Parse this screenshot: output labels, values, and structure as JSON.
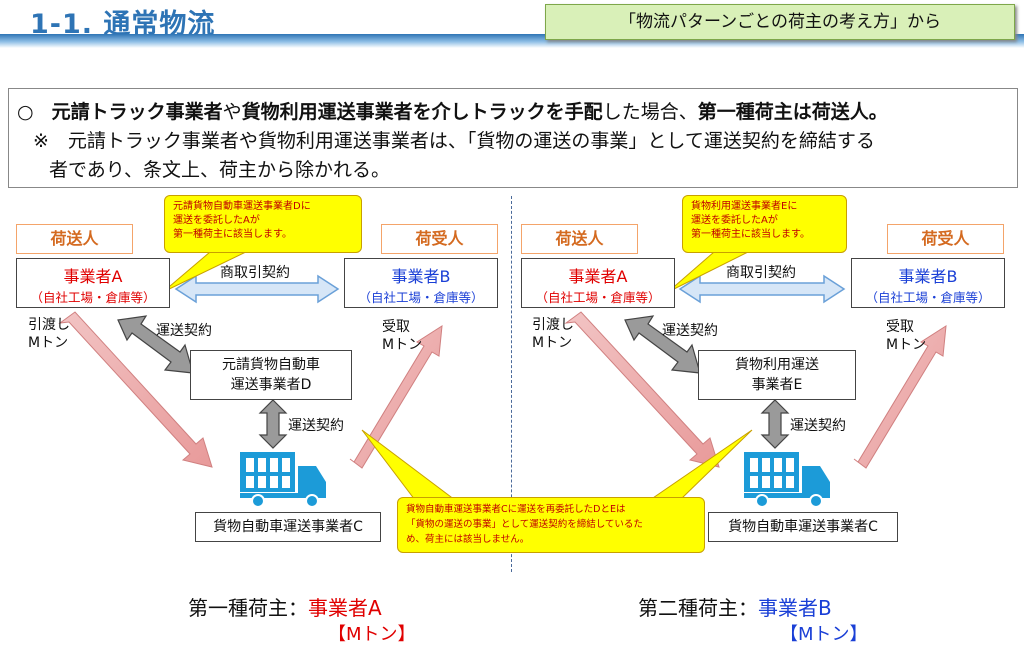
{
  "header": {
    "title": "1-1. 通常物流",
    "source": "「物流パターンごとの荷主の考え方」から"
  },
  "summary": {
    "line1_mark": "○",
    "line1_a": "元請トラック事業者",
    "line1_b": "や",
    "line1_c": "貨物利用運送事業者を介しトラックを手配",
    "line1_d": "した場合、",
    "line1_e": "第一種荷主は荷送人。",
    "line2": "※　元請トラック事業者や貨物利用運送事業者は、「貨物の運送の事業」として運送契約を締結する",
    "line3": "者であり、条文上、荷主から除かれる。"
  },
  "left": {
    "sender_role": "荷送人",
    "receiver_role": "荷受人",
    "sender_name": "事業者A",
    "sender_sub": "（自社工場・倉庫等）",
    "receiver_name": "事業者B",
    "receiver_sub": "（自社工場・倉庫等）",
    "trade_label": "商取引契約",
    "handover": "引渡し\nMトン",
    "receive": "受取\nMトン",
    "contract1": "運送契約",
    "contract2": "運送契約",
    "intermediary": "元請貨物自動車\n運送事業者D",
    "carrier": "貨物自動車運送事業者C",
    "callout": "元請貨物自動車運送事業者Dに\n運送を委託したAが\n第一種荷主に該当します。",
    "result_prefix": "第一種荷主：",
    "result_name": "事業者A",
    "result_amount": "【Mトン】"
  },
  "right": {
    "sender_role": "荷送人",
    "receiver_role": "荷受人",
    "sender_name": "事業者A",
    "sender_sub": "（自社工場・倉庫等）",
    "receiver_name": "事業者B",
    "receiver_sub": "（自社工場・倉庫等）",
    "trade_label": "商取引契約",
    "handover": "引渡し\nMトン",
    "receive": "受取\nMトン",
    "contract1": "運送契約",
    "contract2": "運送契約",
    "intermediary": "貨物利用運送\n事業者E",
    "carrier": "貨物自動車運送事業者C",
    "callout": "貨物利用運送事業者Eに\n運送を委託したAが\n第一種荷主に該当します。",
    "result_prefix": "第二種荷主：",
    "result_name": "事業者B",
    "result_amount": "【Mトン】"
  },
  "center_callout": "貨物自動車運送事業者Cに運送を再委託したDとEは\n「貨物の運送の事業」として運送契約を締結しているた\nめ、荷主には該当しません。",
  "colors": {
    "accent_blue": "#2e74b5",
    "red": "#e00000",
    "blue": "#1a3fd6",
    "callout_yellow": "#ffff00",
    "role_orange": "#f4a46a"
  }
}
